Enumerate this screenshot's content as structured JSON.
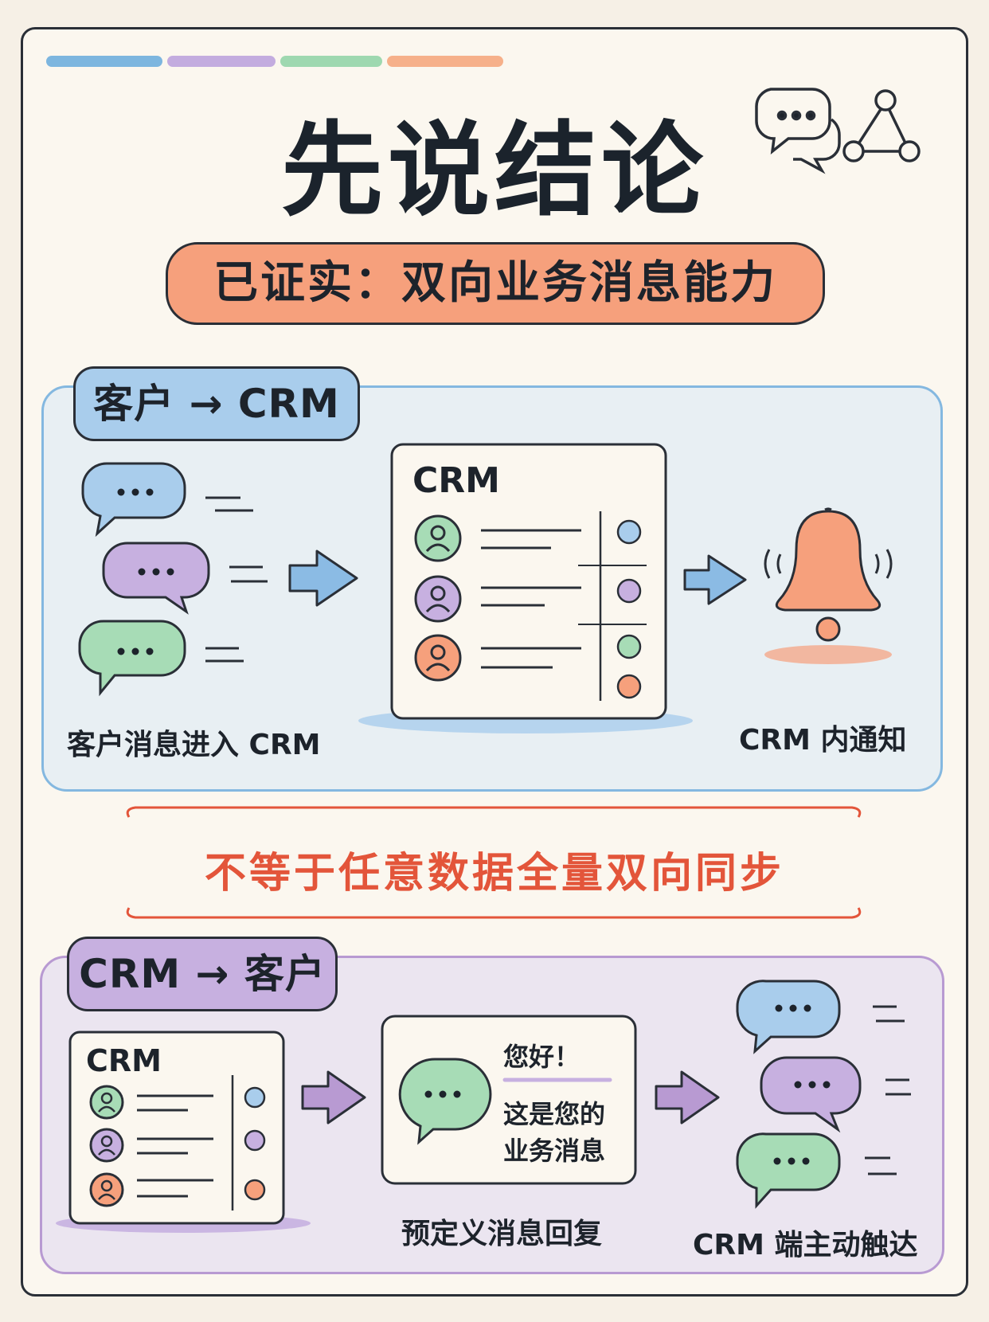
{
  "title": "先说结论",
  "subtitle": "已证实：双向业务消息能力",
  "section_inbound": {
    "tag": "客户 → CRM",
    "caption_left": "客户消息进入 CRM",
    "card_title": "CRM",
    "caption_right": "CRM 内通知"
  },
  "divider": "不等于任意数据全量双向同步",
  "section_outbound": {
    "tag": "CRM → 客户",
    "card_title": "CRM",
    "message_greeting": "您好！",
    "message_line1": "这是您的",
    "message_line2": "业务消息",
    "caption_middle": "预定义消息回复",
    "caption_right": "CRM 端主动触达"
  },
  "colors": {
    "blue": "#a9cdec",
    "purple": "#c7b0e0",
    "green": "#a7dcb6",
    "orange": "#f6a07c",
    "red": "#e3553a"
  },
  "icons": [
    "chat-bubbles-icon",
    "network-icon",
    "bell-icon",
    "user-avatar-icon",
    "arrow-right-icon"
  ]
}
